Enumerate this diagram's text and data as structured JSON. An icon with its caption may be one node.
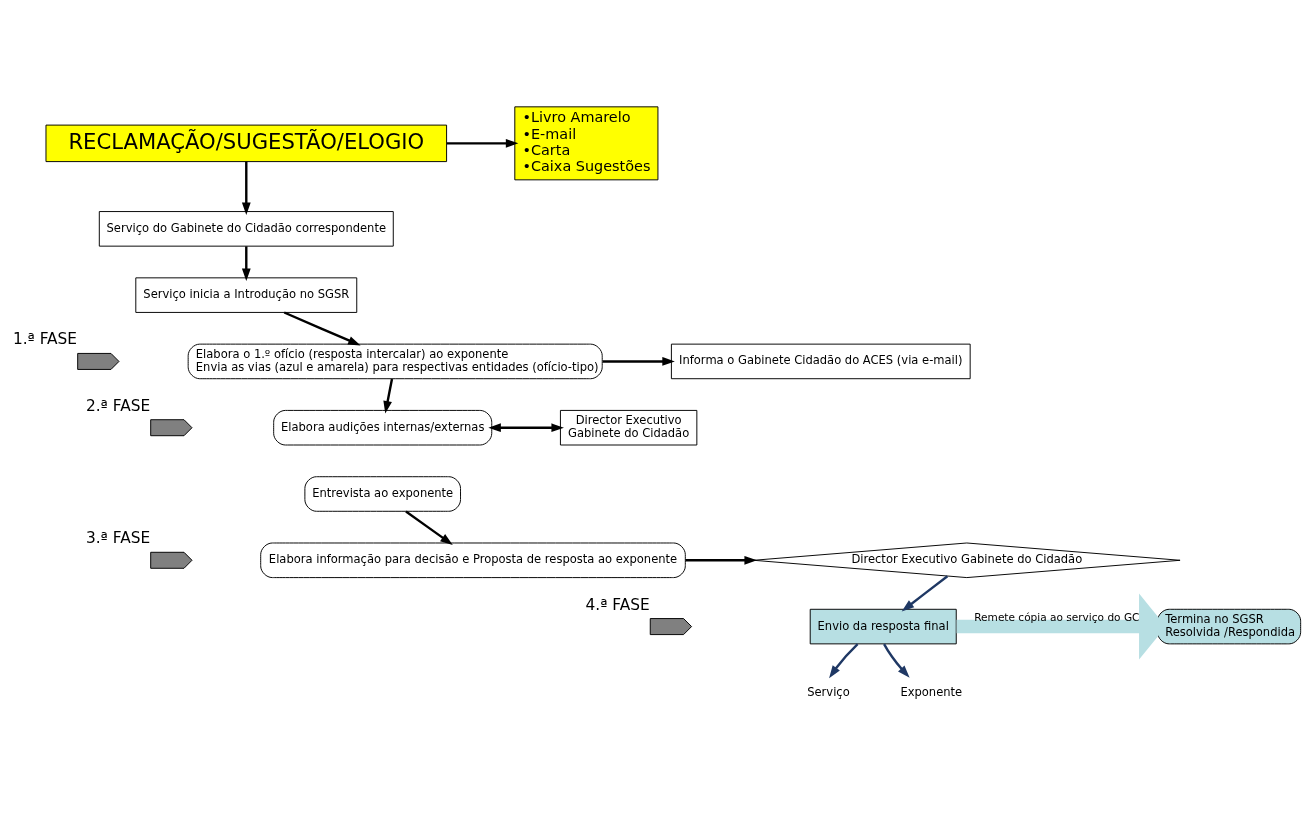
{
  "diagram": {
    "nodes": [
      {
        "text": [
          "RECLAMAÇÃO/SUGESTÃO/ELOGIO"
        ]
      },
      {
        "text": [
          "•Livro Amarelo",
          "•E-mail",
          "•Carta",
          "•Caixa Sugestões"
        ]
      },
      {
        "text": [
          "Serviço do Gabinete do Cidadão correspondente"
        ]
      },
      {
        "text": [
          "Serviço inicia a Introdução no SGSR"
        ]
      },
      {
        "text": [
          "Elabora o 1.º ofício (resposta intercalar) ao exponente",
          "Envia as vias (azul e amarela) para respectivas entidades (ofício-tipo)"
        ]
      },
      {
        "text": [
          "Informa o Gabinete Cidadão do ACES (via e-mail)"
        ]
      },
      {
        "text": [
          "Elabora audições internas/externas"
        ]
      },
      {
        "text": [
          "Entrevista ao exponente"
        ]
      },
      {
        "text": [
          "Director Executivo",
          "Gabinete do Cidadão"
        ]
      },
      {
        "text": [
          "Elabora informação para decisão e Proposta de resposta ao exponente"
        ]
      },
      {
        "text": [
          "Director Executivo Gabinete do Cidadão"
        ]
      },
      {
        "text": [
          "Envio da resposta final"
        ]
      },
      {
        "text": [
          "Serviço"
        ]
      },
      {
        "text": [
          "Exponente"
        ]
      },
      {
        "text": [
          "Termina no SGSR",
          "Resolvida /Respondida"
        ]
      },
      {
        "text": [],
        "shape": "chevron",
        "beside": [
          "1.ª FASE"
        ]
      },
      {
        "text": [],
        "shape": "chevron",
        "beside": [
          "2.ª FASE"
        ]
      },
      {
        "text": [],
        "shape": "chevron",
        "beside": [
          "3.ª FASE"
        ]
      },
      {
        "text": [],
        "shape": "chevron",
        "beside": [
          "4.ª FASE"
        ]
      }
    ],
    "edges": [
      {
        "from": 0,
        "to": 1,
        "arrow": "to"
      },
      {
        "from": 0,
        "to": 2,
        "arrow": "to"
      },
      {
        "from": 2,
        "to": 3,
        "arrow": "to"
      },
      {
        "from": 3,
        "to": 4,
        "arrow": "to"
      },
      {
        "from": 4,
        "to": 5,
        "arrow": "to"
      },
      {
        "from": 4,
        "to": 6,
        "arrow": "to"
      },
      {
        "from": 6,
        "to": 8,
        "arrow": "both"
      },
      {
        "from": 7,
        "to": 9,
        "arrow": "to"
      },
      {
        "from": 9,
        "to": 10,
        "arrow": "to"
      },
      {
        "from": 10,
        "to": 11,
        "arrow": "to",
        "color": "#1f3864"
      },
      {
        "from": 11,
        "to": 12,
        "arrow": "to",
        "color": "#1f3864"
      },
      {
        "from": 11,
        "to": 13,
        "arrow": "to",
        "color": "#1f3864"
      },
      {
        "from": 11,
        "to": 14,
        "arrow": "to",
        "label": "Remete cópia ao serviço do GC",
        "style": "thick",
        "color": "#b7dfe3"
      }
    ]
  }
}
